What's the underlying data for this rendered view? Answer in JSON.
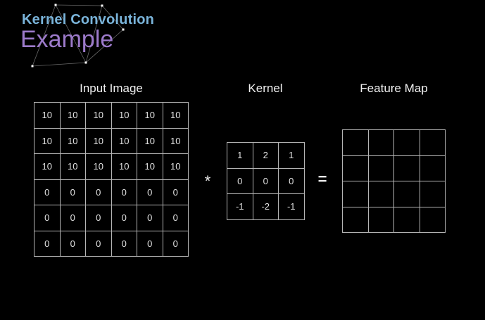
{
  "slide": {
    "title": "Kernel Convolution",
    "subtitle": "Example"
  },
  "colors": {
    "background": "#000000",
    "title_blue": "#7ab4da",
    "subtitle_purple": "#9c7aca",
    "grid_line": "#b5b5b5",
    "cell_text": "#e2e2e2",
    "label_text": "#f0f0f0"
  },
  "input_image": {
    "label": "Input Image",
    "cells": [
      [
        "10",
        "10",
        "10",
        "10",
        "10",
        "10"
      ],
      [
        "10",
        "10",
        "10",
        "10",
        "10",
        "10"
      ],
      [
        "10",
        "10",
        "10",
        "10",
        "10",
        "10"
      ],
      [
        "0",
        "0",
        "0",
        "0",
        "0",
        "0"
      ],
      [
        "0",
        "0",
        "0",
        "0",
        "0",
        "0"
      ],
      [
        "0",
        "0",
        "0",
        "0",
        "0",
        "0"
      ]
    ]
  },
  "kernel": {
    "label": "Kernel",
    "cells": [
      [
        "1",
        "2",
        "1"
      ],
      [
        "0",
        "0",
        "0"
      ],
      [
        "-1",
        "-2",
        "-1"
      ]
    ]
  },
  "feature_map": {
    "label": "Feature Map",
    "rows": 4,
    "cols": 4
  },
  "operators": {
    "convolution": "*",
    "equals": "="
  }
}
